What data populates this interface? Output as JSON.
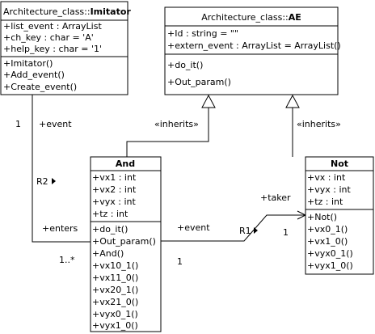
{
  "classes": {
    "imitator": {
      "name_prefix": "Architecture_class::",
      "name_bold": "Imitator",
      "attributes": [
        "+list_event : ArrayList",
        "+ch_key : char = 'A'",
        "+help_key : char = '1'"
      ],
      "operations": [
        "+Imitator()",
        "+Add_event()",
        "+Create_event()"
      ]
    },
    "ae": {
      "name_prefix": "Architecture_class::",
      "name_bold": "AE",
      "attributes": [
        "+Id : string = \"\"",
        "+extern_event : ArrayList = ArrayList()"
      ],
      "operations": [
        "+do_it()",
        "+Out_param()"
      ]
    },
    "and": {
      "name": "And",
      "attributes": [
        "+vx1 : int",
        "+vx2 : int",
        "+vyx : int",
        "+tz : int"
      ],
      "operations": [
        "+do_it()",
        "+Out_param()",
        "+And()",
        "+vx10_1()",
        "+vx11_0()",
        "+vx20_1()",
        "+vx21_0()",
        "+vyx0_1()",
        "+vyx1_0()"
      ]
    },
    "not": {
      "name": "Not",
      "attributes": [
        "+vx : int",
        "+vyx : int",
        "+tz : int"
      ],
      "operations": [
        "+Not()",
        "+vx0_1()",
        "+vx1_0()",
        "+vyx0_1()",
        "+vyx1_0()"
      ]
    }
  },
  "labels": {
    "inherits_and": "«inherits»",
    "inherits_not": "«inherits»",
    "event_top": "+event",
    "mult_1_top": "1",
    "r2": "R2",
    "enters": "+enters",
    "mult_1n": "1..*",
    "event_mid": "+event",
    "mult_1_mid": "1",
    "taker": "+taker",
    "r1": "R1",
    "mult_1_right": "1"
  }
}
